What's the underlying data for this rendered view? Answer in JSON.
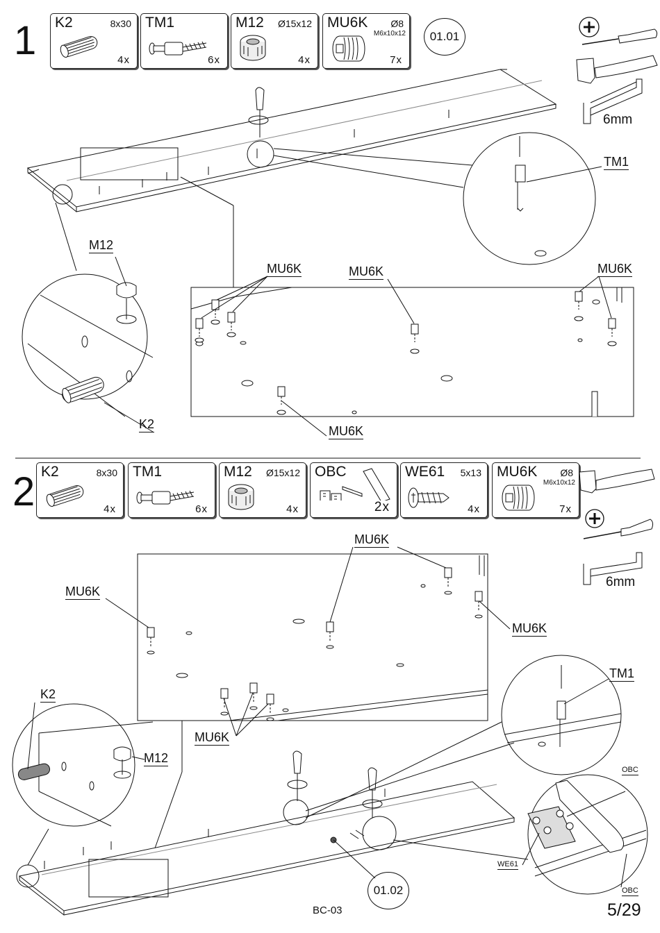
{
  "step1": {
    "number": "1",
    "parts": [
      {
        "code": "K2",
        "size": "8x30",
        "size2": "",
        "qty": "4x",
        "icon": "dowel-icon"
      },
      {
        "code": "TM1",
        "size": "",
        "size2": "",
        "qty": "6x",
        "icon": "connector-bolt-icon"
      },
      {
        "code": "M12",
        "size": "Ø15x12",
        "size2": "",
        "qty": "4x",
        "icon": "cam-lock-icon"
      },
      {
        "code": "MU6K",
        "size": "Ø8",
        "size2": "M6x10x12",
        "qty": "7x",
        "icon": "threaded-insert-icon"
      }
    ],
    "ref": "01.01",
    "tool_size": "6mm",
    "labels": {
      "tm1": "TM1",
      "m12": "M12",
      "k2": "K2",
      "mu6k_a": "MU6K",
      "mu6k_b": "MU6K",
      "mu6k_c": "MU6K",
      "mu6k_d": "MU6K"
    }
  },
  "step2": {
    "number": "2",
    "parts": [
      {
        "code": "K2",
        "size": "8x30",
        "size2": "",
        "qty": "4x",
        "icon": "dowel-icon"
      },
      {
        "code": "TM1",
        "size": "",
        "size2": "",
        "qty": "6x",
        "icon": "connector-bolt-icon"
      },
      {
        "code": "M12",
        "size": "Ø15x12",
        "size2": "",
        "qty": "4x",
        "icon": "cam-lock-icon"
      },
      {
        "code": "OBC",
        "size": "",
        "size2": "",
        "qty": "2x",
        "icon": "hinge-mount-icon"
      },
      {
        "code": "WE61",
        "size": "5x13",
        "size2": "",
        "qty": "4x",
        "icon": "screw-icon"
      },
      {
        "code": "MU6K",
        "size": "Ø8",
        "size2": "M6x10x12",
        "qty": "7x",
        "icon": "threaded-insert-icon"
      }
    ],
    "ref": "01.02",
    "tool_size": "6mm",
    "labels": {
      "mu6k_a": "MU6K",
      "mu6k_b": "MU6K",
      "mu6k_c": "MU6K",
      "mu6k_d": "MU6K",
      "k2": "K2",
      "m12": "M12",
      "tm1": "TM1",
      "obc_a": "OBC",
      "obc_b": "OBC",
      "we61": "WE61"
    }
  },
  "footer": {
    "code": "BC-03",
    "page": "5/29"
  }
}
